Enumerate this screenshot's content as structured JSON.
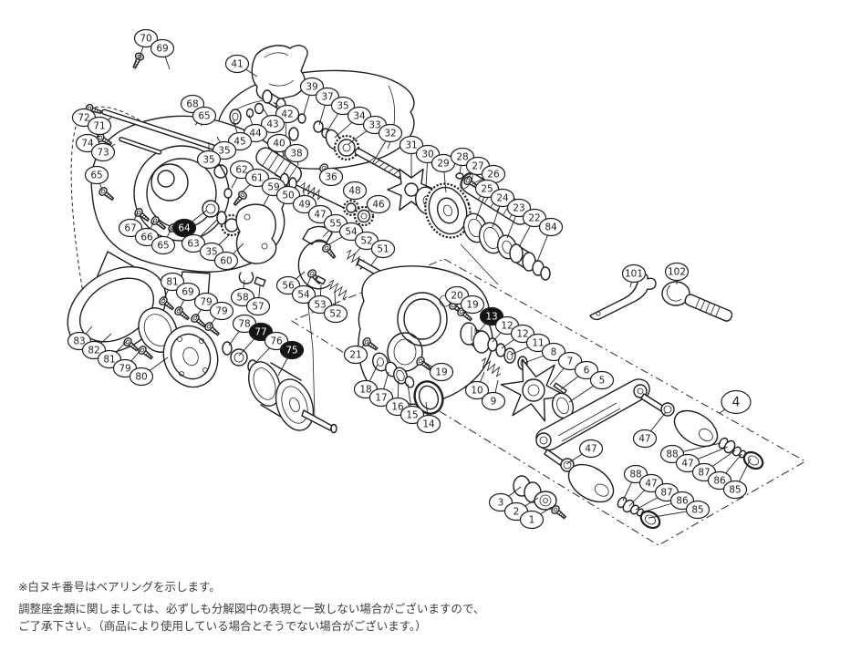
{
  "meta": {
    "description_label": "reel exploded parts schematic"
  },
  "colors": {
    "ink": "#1f1f1f",
    "paper": "#ffffff",
    "note_text": "#3c3c3c",
    "bearing_fill": "#141414"
  },
  "notes": {
    "note1": "※白ヌキ番号はベアリングを示します。",
    "note2a": "調整座金類に関しましては、必ずしも分解図中の表現と一致しない場合がございますので、",
    "note2b": "ご了承下さい。（商品により使用している場合とそうでない場合がございます。）"
  },
  "callout_format": "[number, x, y, leader_tx, leader_ty, type] type: 0=normal 1=bearing(filled) 2=group(large)",
  "callouts": [
    [
      70,
      160,
      42,
      152,
      66,
      0
    ],
    [
      69,
      178,
      53,
      186,
      76,
      0
    ],
    [
      41,
      260,
      70,
      282,
      84,
      0
    ],
    [
      68,
      211,
      114,
      221,
      138,
      0
    ],
    [
      65,
      224,
      127,
      214,
      137,
      0
    ],
    [
      72,
      92,
      129,
      101,
      121,
      0
    ],
    [
      71,
      109,
      138,
      122,
      129,
      0
    ],
    [
      74,
      96,
      157,
      109,
      149,
      0
    ],
    [
      73,
      113,
      167,
      126,
      158,
      0
    ],
    [
      65,
      106,
      192,
      112,
      208,
      0
    ],
    [
      42,
      315,
      125,
      300,
      112,
      0
    ],
    [
      43,
      299,
      136,
      288,
      118,
      0
    ],
    [
      44,
      280,
      146,
      273,
      126,
      0
    ],
    [
      45,
      263,
      155,
      256,
      132,
      0
    ],
    [
      35,
      246,
      165,
      238,
      150,
      0
    ],
    [
      35,
      229,
      175,
      229,
      156,
      0
    ],
    [
      40,
      306,
      157,
      312,
      172,
      0
    ],
    [
      38,
      325,
      168,
      327,
      182,
      0
    ],
    [
      39,
      342,
      95,
      333,
      125,
      0
    ],
    [
      37,
      359,
      106,
      350,
      137,
      0
    ],
    [
      35,
      376,
      116,
      358,
      145,
      0
    ],
    [
      34,
      394,
      127,
      367,
      151,
      0
    ],
    [
      33,
      411,
      137,
      382,
      158,
      0
    ],
    [
      32,
      428,
      146,
      408,
      180,
      0
    ],
    [
      36,
      363,
      194,
      356,
      185,
      0
    ],
    [
      31,
      451,
      159,
      451,
      194,
      0
    ],
    [
      30,
      469,
      169,
      467,
      205,
      0
    ],
    [
      29,
      486,
      179,
      489,
      211,
      0
    ],
    [
      28,
      507,
      172,
      504,
      190,
      0
    ],
    [
      27,
      524,
      182,
      512,
      196,
      0
    ],
    [
      26,
      541,
      191,
      519,
      201,
      0
    ],
    [
      25,
      534,
      207,
      522,
      240,
      0
    ],
    [
      24,
      551,
      217,
      540,
      249,
      0
    ],
    [
      23,
      569,
      228,
      556,
      261,
      0
    ],
    [
      22,
      586,
      239,
      569,
      271,
      0
    ],
    [
      84,
      604,
      249,
      589,
      287,
      0
    ],
    [
      62,
      265,
      186,
      254,
      206,
      0
    ],
    [
      61,
      282,
      195,
      265,
      211,
      0
    ],
    [
      59,
      300,
      205,
      289,
      225,
      0
    ],
    [
      50,
      316,
      214,
      315,
      202,
      0
    ],
    [
      49,
      334,
      224,
      333,
      211,
      0
    ],
    [
      48,
      389,
      209,
      384,
      221,
      0
    ],
    [
      46,
      415,
      224,
      403,
      232,
      0
    ],
    [
      47,
      351,
      235,
      361,
      244,
      0
    ],
    [
      55,
      368,
      245,
      354,
      260,
      0
    ],
    [
      54,
      385,
      254,
      361,
      268,
      0
    ],
    [
      52,
      402,
      264,
      388,
      280,
      0
    ],
    [
      51,
      420,
      273,
      407,
      291,
      0
    ],
    [
      67,
      143,
      250,
      151,
      233,
      0
    ],
    [
      66,
      161,
      260,
      169,
      242,
      0
    ],
    [
      65,
      179,
      269,
      188,
      250,
      0
    ],
    [
      64,
      202,
      250,
      226,
      231,
      1
    ],
    [
      63,
      212,
      267,
      238,
      241,
      0
    ],
    [
      35,
      232,
      276,
      252,
      257,
      0
    ],
    [
      60,
      248,
      286,
      267,
      267,
      0
    ],
    [
      101,
      695,
      300,
      691,
      315,
      0
    ],
    [
      102,
      742,
      298,
      742,
      312,
      0
    ],
    [
      56,
      316,
      313,
      334,
      298,
      0
    ],
    [
      54,
      333,
      323,
      341,
      303,
      0
    ],
    [
      53,
      351,
      334,
      352,
      312,
      0
    ],
    [
      52,
      368,
      344,
      367,
      319,
      0
    ],
    [
      58,
      266,
      326,
      268,
      307,
      0
    ],
    [
      57,
      283,
      336,
      285,
      313,
      0
    ],
    [
      81,
      189,
      309,
      179,
      329,
      0
    ],
    [
      69,
      206,
      320,
      196,
      341,
      0
    ],
    [
      79,
      226,
      331,
      215,
      348,
      0
    ],
    [
      79,
      243,
      341,
      230,
      357,
      0
    ],
    [
      78,
      268,
      355,
      251,
      379,
      0
    ],
    [
      77,
      286,
      364,
      262,
      390,
      1
    ],
    [
      76,
      303,
      374,
      279,
      399,
      0
    ],
    [
      75,
      320,
      384,
      305,
      412,
      1
    ],
    [
      83,
      87,
      374,
      101,
      358,
      0
    ],
    [
      82,
      103,
      384,
      122,
      366,
      0
    ],
    [
      81,
      120,
      394,
      139,
      374,
      0
    ],
    [
      79,
      137,
      404,
      155,
      383,
      0
    ],
    [
      80,
      155,
      413,
      184,
      392,
      0
    ],
    [
      20,
      501,
      324,
      499,
      336,
      0
    ],
    [
      19,
      518,
      334,
      508,
      343,
      0
    ],
    [
      13,
      539,
      347,
      524,
      365,
      1
    ],
    [
      12,
      556,
      357,
      540,
      375,
      0
    ],
    [
      12,
      573,
      366,
      550,
      382,
      0
    ],
    [
      11,
      590,
      376,
      560,
      389,
      0
    ],
    [
      8,
      607,
      386,
      575,
      398,
      0
    ],
    [
      7,
      625,
      396,
      603,
      422,
      0
    ],
    [
      6,
      643,
      406,
      615,
      427,
      0
    ],
    [
      5,
      660,
      417,
      624,
      441,
      0
    ],
    [
      21,
      390,
      389,
      400,
      377,
      0
    ],
    [
      19,
      484,
      408,
      463,
      396,
      0
    ],
    [
      18,
      401,
      427,
      414,
      400,
      0
    ],
    [
      17,
      418,
      436,
      426,
      408,
      0
    ],
    [
      16,
      436,
      446,
      437,
      415,
      0
    ],
    [
      15,
      452,
      455,
      447,
      421,
      0
    ],
    [
      14,
      470,
      465,
      467,
      441,
      0
    ],
    [
      10,
      523,
      428,
      531,
      408,
      0
    ],
    [
      9,
      541,
      440,
      546,
      417,
      0
    ],
    [
      4,
      807,
      441,
      789,
      453,
      2
    ],
    [
      47,
      707,
      481,
      730,
      452,
      0
    ],
    [
      88,
      737,
      498,
      790,
      486,
      0
    ],
    [
      47,
      754,
      508,
      798,
      490,
      0
    ],
    [
      87,
      772,
      518,
      806,
      494,
      0
    ],
    [
      86,
      789,
      527,
      813,
      498,
      0
    ],
    [
      85,
      806,
      537,
      823,
      503,
      0
    ],
    [
      47,
      648,
      492,
      621,
      509,
      0
    ],
    [
      88,
      697,
      520,
      683,
      549,
      0
    ],
    [
      47,
      714,
      530,
      690,
      555,
      0
    ],
    [
      87,
      731,
      540,
      697,
      559,
      0
    ],
    [
      86,
      748,
      549,
      703,
      562,
      0
    ],
    [
      85,
      765,
      559,
      711,
      568,
      0
    ],
    [
      3,
      549,
      551,
      571,
      534,
      0
    ],
    [
      2,
      566,
      561,
      590,
      546,
      0
    ],
    [
      1,
      583,
      570,
      605,
      556,
      0
    ]
  ]
}
